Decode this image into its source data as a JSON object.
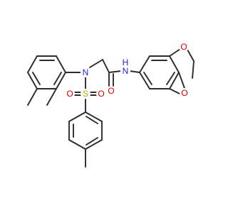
{
  "colors": {
    "background": "#ffffff",
    "carbon_bond": "#2b2b2b",
    "nitrogen": "#1f1fd6",
    "oxygen": "#d40000",
    "sulfur": "#b8a800"
  },
  "atoms": {
    "n_sulfonamide": "N",
    "n_amide": "N",
    "h_amide": "H",
    "o_carbonyl": "O",
    "s_sulfonyl": "S",
    "o_sulfonyl_left": "O",
    "o_sulfonyl_right": "O",
    "o_dioxole_top": "O",
    "o_dioxole_bottom": "O"
  }
}
